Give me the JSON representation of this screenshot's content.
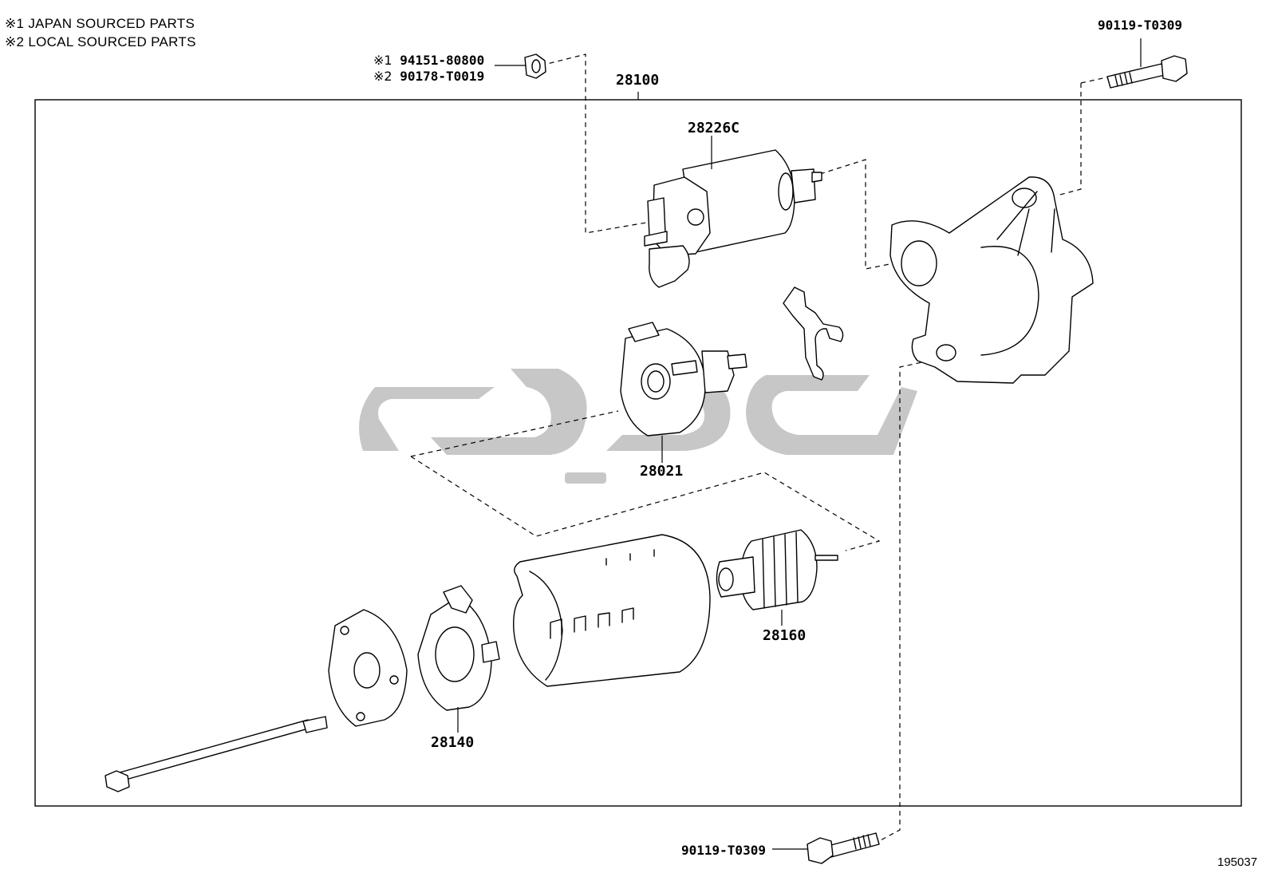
{
  "legend": {
    "line1": "※1 JAPAN SOURCED PARTS",
    "line2": "※2 LOCAL SOURCED PARTS"
  },
  "labels": {
    "nut_mark1": "※1",
    "nut_part1": "94151-80800",
    "nut_mark2": "※2",
    "nut_part2": "90178-T0019",
    "bolt_top": "90119-T0309",
    "bolt_bottom": "90119-T0309",
    "assembly": "28100",
    "solenoid": "28226C",
    "brush_holder": "28021",
    "armature": "28160",
    "end_frame": "28140",
    "ref_number": "195037"
  }
}
